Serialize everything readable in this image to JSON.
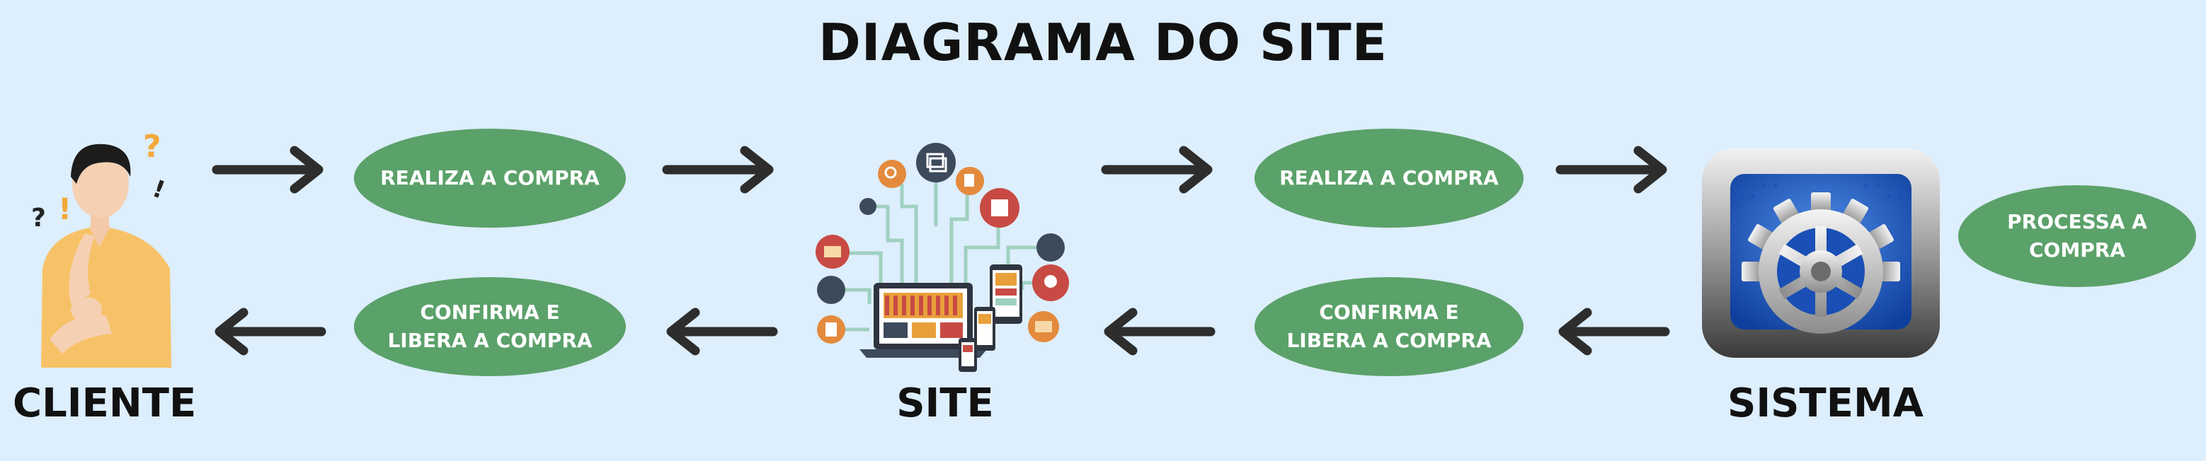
{
  "title": "DIAGRAMA DO SITE",
  "nodes": {
    "cliente": "CLIENTE",
    "site": "SITE",
    "sistema": "SISTEMA"
  },
  "steps": {
    "realiza_1": "REALIZA A COMPRA",
    "confirma_1": "CONFIRMA E\nLIBERA A COMPRA",
    "realiza_2": "REALIZA A COMPRA",
    "confirma_2": "CONFIRMA E\nLIBERA A COMPRA",
    "processa": "PROCESSA A\nCOMPRA"
  },
  "colors": {
    "background": "#ddeefd",
    "oval": "#5ba16a",
    "arrow": "#2d2d2d"
  }
}
